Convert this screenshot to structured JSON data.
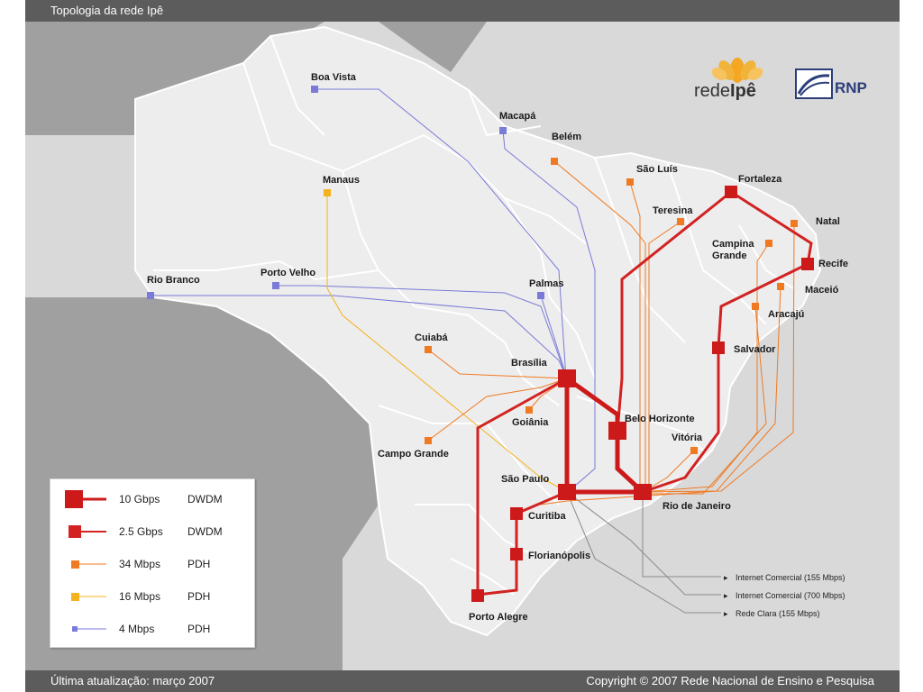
{
  "header": {
    "title": "Topologia da rede Ipê"
  },
  "footer": {
    "updated": "Última atualização: março 2007",
    "copyright": "Copyright © 2007 Rede Nacional de Ensino e Pesquisa"
  },
  "colors": {
    "background": "#d9d9d9",
    "land": "#ececec",
    "neighbor": "#9e9e9e",
    "border": "#ffffff",
    "gbps10": "#cc1a1a",
    "gbps25": "#d22222",
    "mbps34": "#ef7a22",
    "mbps16": "#f5b21e",
    "mbps4": "#7a7ad8",
    "external": "#8a8a8a"
  },
  "logos": {
    "redeipe_prefix": "rede",
    "redeipe_suffix": "Ipê",
    "rnp": "RNP"
  },
  "legend": [
    {
      "speed": "10  Gbps",
      "tech": "DWDM",
      "class": "10g"
    },
    {
      "speed": "2.5 Gbps",
      "tech": "DWDM",
      "class": "2.5g"
    },
    {
      "speed": "34  Mbps",
      "tech": "PDH",
      "class": "34m"
    },
    {
      "speed": "16  Mbps",
      "tech": "PDH",
      "class": "16m"
    },
    {
      "speed": "4   Mbps",
      "tech": "PDH",
      "class": "4m"
    }
  ],
  "cities": {
    "boa_vista": "Boa Vista",
    "macapa": "Macapá",
    "belem": "Belém",
    "manaus": "Manaus",
    "sao_luis": "São Luís",
    "fortaleza": "Fortaleza",
    "teresina": "Teresina",
    "natal": "Natal",
    "campina_grande_1": "Campina",
    "campina_grande_2": "Grande",
    "recife": "Recife",
    "rio_branco": "Rio Branco",
    "porto_velho": "Porto Velho",
    "palmas": "Palmas",
    "maceio": "Maceió",
    "aracaju": "Aracajú",
    "cuiaba": "Cuiabá",
    "salvador": "Salvador",
    "brasilia": "Brasília",
    "goiania": "Goiânia",
    "belo_horizonte": "Belo Horizonte",
    "vitoria": "Vitória",
    "campo_grande": "Campo Grande",
    "sao_paulo": "São Paulo",
    "rio_de_janeiro": "Rio de Janeiro",
    "curitiba": "Curitiba",
    "florianopolis": "Florianópolis",
    "porto_alegre": "Porto Alegre"
  },
  "external_links": [
    "Internet Comercial (155 Mbps)",
    "Internet Comercial (700 Mbps)",
    "Rede Clara (155 Mbps)"
  ]
}
